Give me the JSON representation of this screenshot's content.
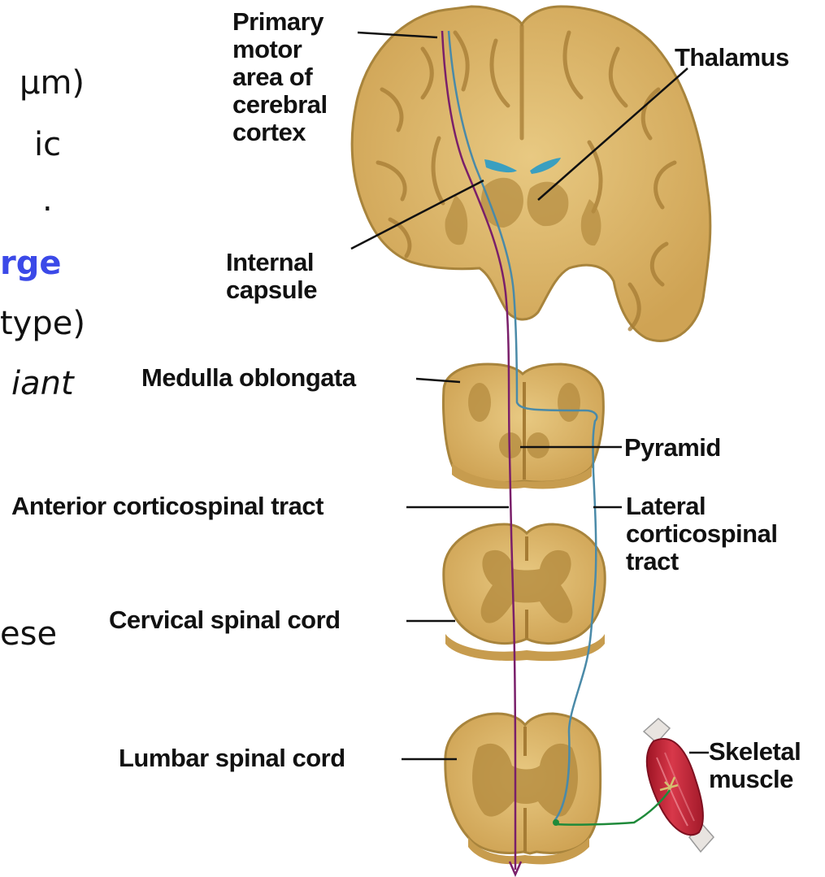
{
  "slide_text": {
    "line1": "µm)",
    "line2": "ic",
    "line3": ".",
    "line4": "rge",
    "line5": "type)",
    "line6": "iant",
    "line7": "ese"
  },
  "labels": {
    "primary_motor_area": [
      "Primary",
      "motor",
      "area of",
      "cerebral",
      "cortex"
    ],
    "thalamus": "Thalamus",
    "internal_capsule": [
      "Internal",
      "capsule"
    ],
    "medulla_oblongata": "Medulla oblongata",
    "pyramid": "Pyramid",
    "anterior_corticospinal_tract": "Anterior corticospinal tract",
    "lateral_corticospinal_tract": [
      "Lateral",
      "corticospinal",
      "tract"
    ],
    "cervical_spinal_cord": "Cervical spinal cord",
    "lumbar_spinal_cord": "Lumbar spinal cord",
    "skeletal_muscle": [
      "Skeletal",
      "muscle"
    ]
  },
  "colors": {
    "brain_tissue": "#d9b36a",
    "brain_outline": "#a8843c",
    "gray_matter": "#b89045",
    "ventricle": "#3a9fc0",
    "anterior_tract": "#7a1f6a",
    "lateral_tract": "#4a8aa8",
    "motor_axon": "#1f8a3a",
    "muscle": "#c8283a",
    "slide_highlight": "#3b49e8"
  }
}
